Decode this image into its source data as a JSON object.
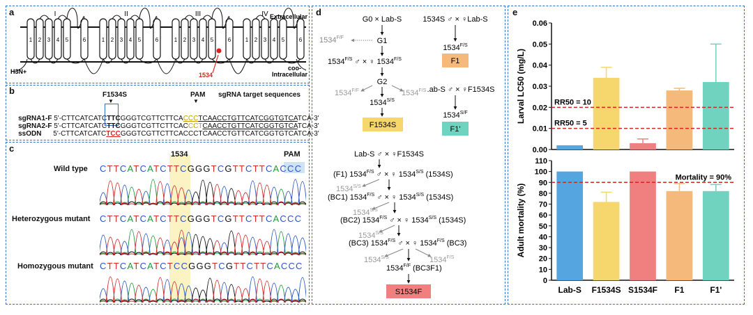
{
  "panel_labels": [
    "a",
    "b",
    "c",
    "d",
    "e"
  ],
  "a": {
    "domains": [
      "I",
      "II",
      "III",
      "IV"
    ],
    "segments": [
      "1",
      "2",
      "3",
      "4",
      "5",
      "6"
    ],
    "extracellular": "Extracellular",
    "intracellular": "Intracellular",
    "n_term": "H3N+",
    "c_term": "coo-",
    "site": "1534"
  },
  "b": {
    "mutation_label": "F1534S",
    "pam_label": "PAM",
    "target_label": "sgRNA target sequences",
    "rows": [
      {
        "name": "sgRNA1-F",
        "pre": " 5'-CTTCATCATC",
        "codon": "TTC",
        "mid": "GGGTCGTTCTTCA",
        "pam": "CCC",
        "target": "TCAACCTGTTCATCGGTGTCA",
        "post": "TCA-3'"
      },
      {
        "name": "sgRNA2-F",
        "pre": " 5'-CTTCATCATC",
        "codon": "TTC",
        "mid": "GGGTCGTTCTTCAC",
        "pam": "CCT",
        "target": "CAACCTGTTCATCGGTGTCA",
        "post": "TCA-3'"
      },
      {
        "name": "ssODN",
        "pre": " 5'-CTTCATCATC",
        "codon": "TCC",
        "mid": "GGGTCGTTCTTCACCCTCAACCTGTTCATCGGTGTCATCA-3'",
        "pam": "",
        "target": "",
        "post": ""
      }
    ]
  },
  "c": {
    "site_label": "1534",
    "pam_label": "PAM",
    "rows": [
      {
        "label": "Wild type",
        "seq": "CTTCATCATCTTCGGGTCGTTCTTCACCC"
      },
      {
        "label": "Heterozygous mutant",
        "seq": "CTTCATCATCTTCGGGTCGTTCTTCACCC"
      },
      {
        "label": "Homozygous mutant",
        "seq": "CTTCATCATCTCCGGGTCGTTCTTCACCC"
      }
    ]
  },
  "d": {
    "g0": "G0 × Lab-S",
    "g1": "G1",
    "g1_side": "1534",
    "g1_side_sup": "F/F",
    "cross1_a": "1534",
    "cross1_sup": "F/S",
    "cross1_b": "1534",
    "cross1_b_sup": "F/S",
    "g2": "G2",
    "g2_left": "1534",
    "g2_left_sup": "F/F",
    "g2_right": "1534",
    "g2_right_sup": "F/S",
    "g2_result": "1534",
    "g2_result_sup": "S/S",
    "box_f1534s": "F1534S",
    "r1_cross": "1534S ♂ × ♀Lab-S",
    "r1_result": "1534",
    "r1_result_sup": "F/S",
    "box_f1": "F1",
    "r2_cross": ".ab-S ♂ × ♀F1534S",
    "r2_result": "1534",
    "r2_result_sup": "S/F",
    "box_f1p": "F1'",
    "bc_start": "Lab-S ♂ × ♀F1534S",
    "f1_line": "(F1) 1534",
    "bc1_line": "(BC1) 1534",
    "bc2_line": "(BC2) 1534",
    "bc3_line": "(BC3) 1534",
    "bc3f1_line": "1534",
    "bc3f1_sup": "F/F",
    "bc3f1_tail": " (BC3F1)",
    "ss_side": "1534",
    "ss_sup": "S/S",
    "fs_sup": "F/S",
    "box_s1534f": "S1534F"
  },
  "colors": {
    "blue": "#55a5e0",
    "yellow": "#f5d76e",
    "red": "#f08080",
    "orange": "#f5b97c",
    "teal": "#6fd3bf",
    "panel_border": "#2f6fc9",
    "dashed_red": "#e02020"
  },
  "chart_data": [
    {
      "type": "bar",
      "ylabel": "Larval LC50 (mg/L)",
      "categories": [
        "Lab-S",
        "F1534S",
        "S1534F",
        "F1",
        "F1'"
      ],
      "values": [
        0.002,
        0.034,
        0.003,
        0.028,
        0.032
      ],
      "errors": [
        0.0,
        0.005,
        0.002,
        0.001,
        0.018
      ],
      "ylim": [
        0,
        0.06
      ],
      "yticks": [
        "0.00",
        "0.01",
        "0.02",
        "0.03",
        "0.04",
        "0.05",
        "0.06"
      ],
      "reference_lines": [
        {
          "value": 0.02,
          "label": "RR50 = 10"
        },
        {
          "value": 0.01,
          "label": "RR50 = 5"
        }
      ]
    },
    {
      "type": "bar",
      "ylabel": "Adult mortality (%)",
      "categories": [
        "Lab-S",
        "F1534S",
        "S1534F",
        "F1",
        "F1'"
      ],
      "values": [
        100,
        72,
        100,
        82,
        82
      ],
      "errors": [
        0,
        9,
        0,
        7,
        6
      ],
      "ylim": [
        0,
        110
      ],
      "yticks": [
        "0",
        "10",
        "20",
        "30",
        "40",
        "50",
        "60",
        "70",
        "80",
        "90",
        "100",
        "110"
      ],
      "reference_lines": [
        {
          "value": 90,
          "label": "Mortality = 90%"
        }
      ]
    }
  ]
}
